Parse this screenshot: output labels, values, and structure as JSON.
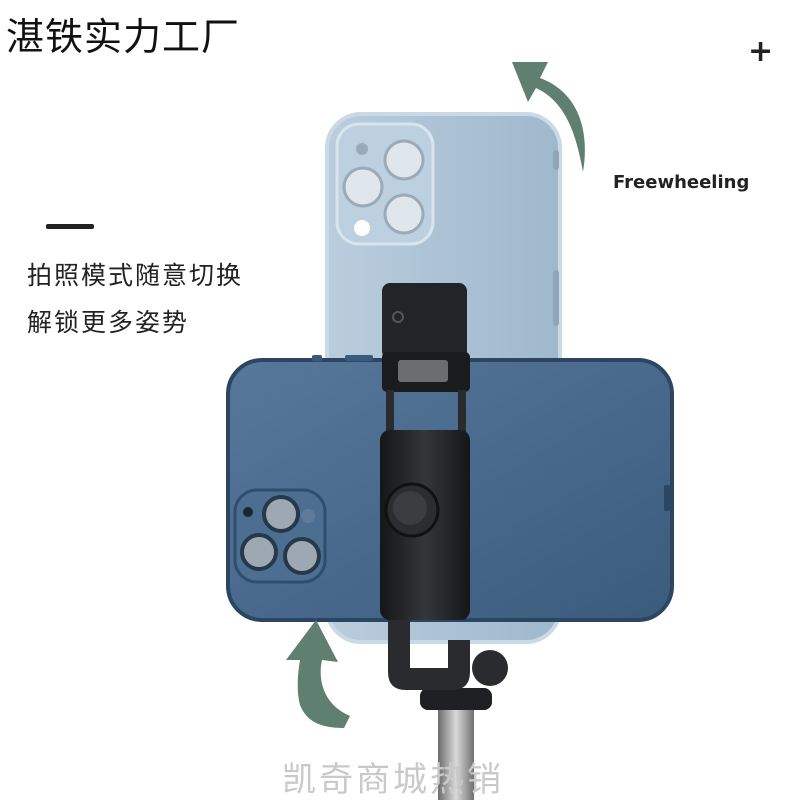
{
  "brand": "湛铁实力工厂",
  "plus": "+",
  "feature_label": "Freewheeling",
  "description": [
    "拍照模式随意切换",
    "解锁更多姿势"
  ],
  "watermark": "凯奇商城热销",
  "colors": {
    "arrow": "#5f7f70",
    "phone_back": "#a9c1d4",
    "phone_front": "#46688a",
    "clamp": "#1e1f21"
  }
}
